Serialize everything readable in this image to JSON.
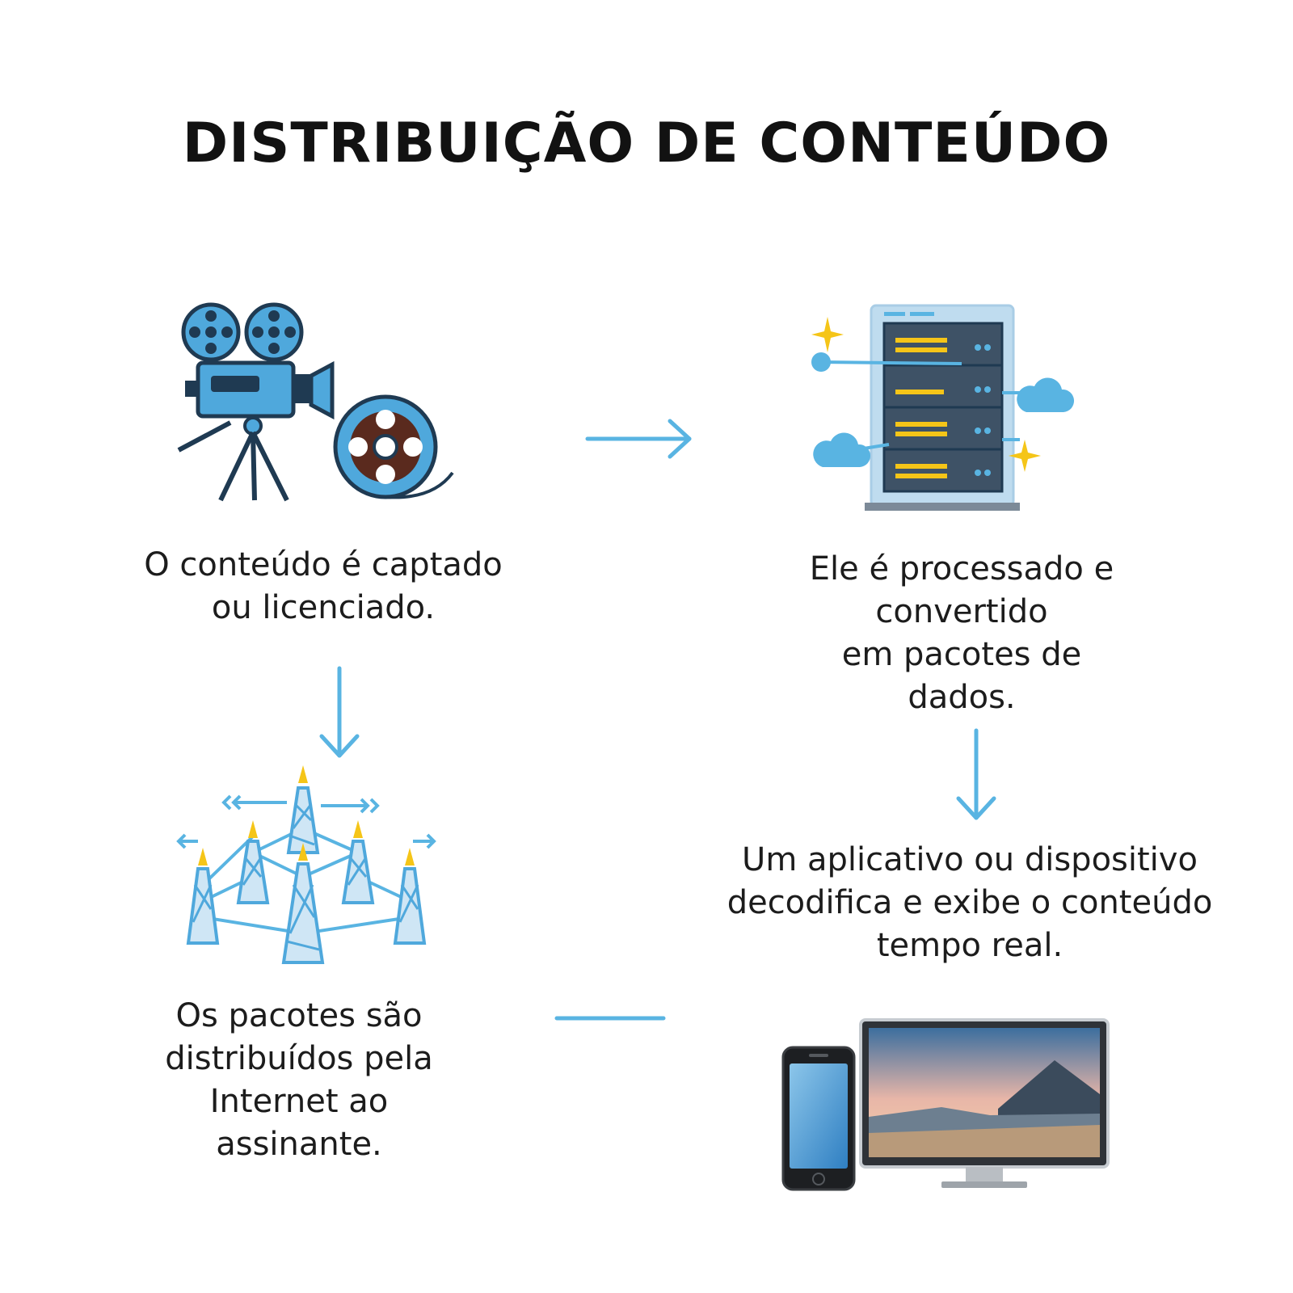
{
  "title": "DISTRIBUIÇÃO DE CONTEÚDO",
  "steps": [
    {
      "lines": [
        "O conteúdo é captado",
        "ou licenciado."
      ],
      "icon": "film-camera-icon"
    },
    {
      "lines": [
        "Ele é processado e convertido",
        "em pacotes de",
        "dados."
      ],
      "icon": "server-rack-icon"
    },
    {
      "lines": [
        "Os pacotes são",
        "distribuídos pela",
        "Internet ao",
        "assinante."
      ],
      "icon": "network-towers-icon"
    },
    {
      "lines": [
        "Um aplicativo ou dispositivo",
        "decodifica e exibe o conteúdo",
        "tempo real."
      ],
      "icon": "phone-and-monitor-icon"
    }
  ],
  "colors": {
    "accent": "#59b4e2",
    "icon_dark": "#1f3a52",
    "icon_light": "#4fa8dc",
    "spark": "#f5c518"
  }
}
